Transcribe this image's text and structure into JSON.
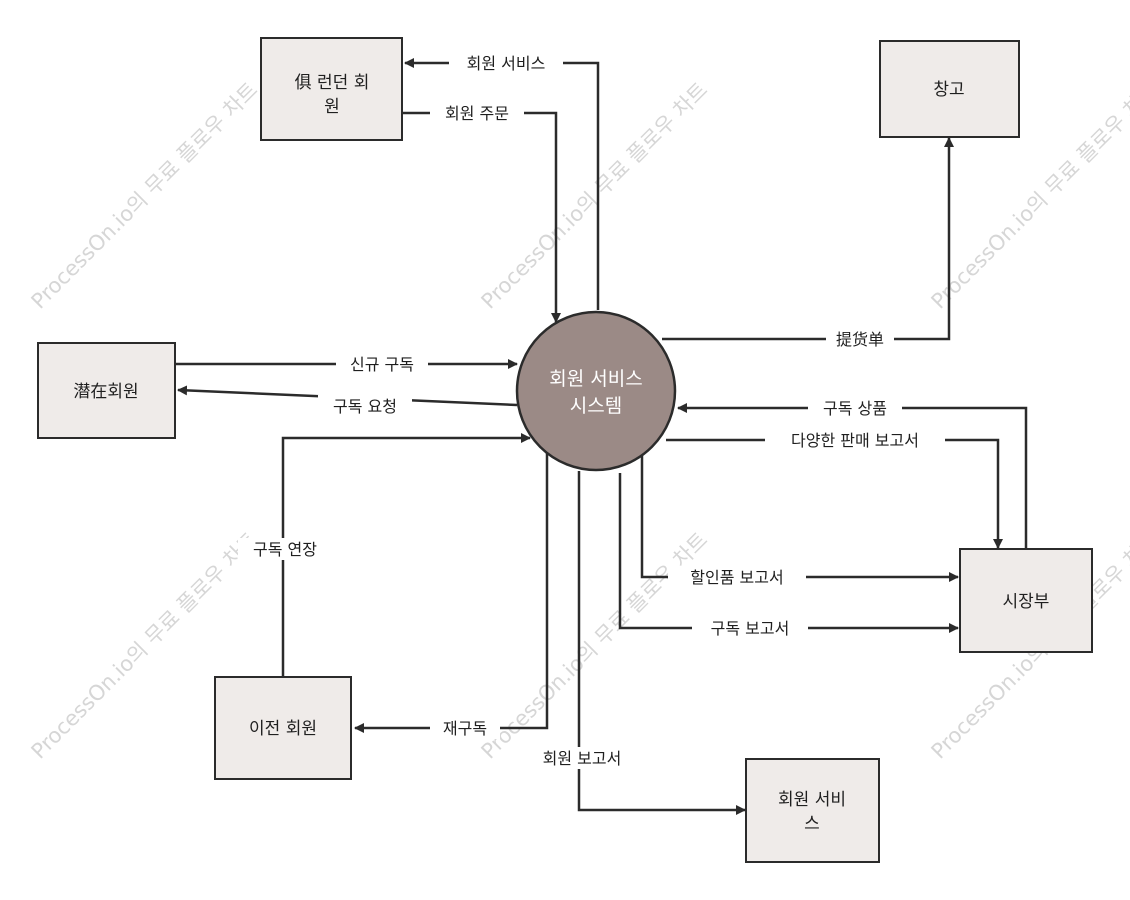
{
  "watermark": "ProcessOn.io의 무료 플로우 차트",
  "process": {
    "line1": "회원 서비스",
    "line2": "시스템"
  },
  "entities": {
    "top_left": {
      "line1": "俱 런던 회",
      "line2": "원"
    },
    "warehouse": {
      "line1": "창고"
    },
    "potential_member": {
      "line1": "潜在회원"
    },
    "market": {
      "line1": "시장부"
    },
    "former_member": {
      "line1": "이전 회원"
    },
    "member_service": {
      "line1": "회원 서비",
      "line2": "스"
    }
  },
  "flows": {
    "member_service": "회원 서비스",
    "member_order": "회원 주문",
    "delivery_note": "提货单",
    "new_subscription": "신규 구독",
    "subscription_request": "구독 요청",
    "subscription_product": "구독 상품",
    "sales_reports": "다양한 판매 보고서",
    "discount_report": "할인품 보고서",
    "subscription_report": "구독 보고서",
    "renew_subscription": "구독 연장",
    "resubscribe": "재구독",
    "member_report": "회원 보고서"
  },
  "colors": {
    "process_fill": "#9b8a86",
    "entity_fill": "#efebe9",
    "line": "#2b2b2b",
    "watermark": "#d6d6d6"
  }
}
